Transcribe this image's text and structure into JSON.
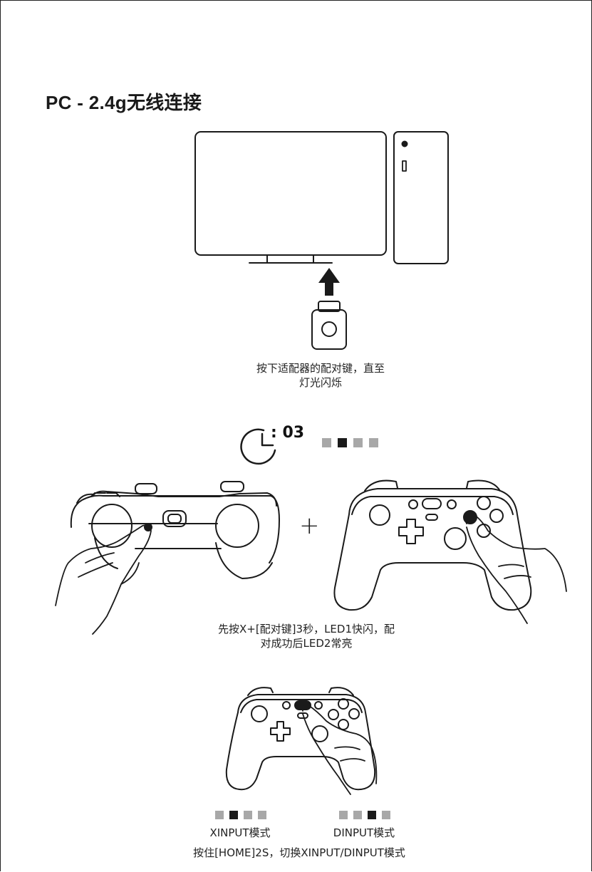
{
  "title": "PC - 2.4g无线连接",
  "step1": {
    "caption_line1": "按下适配器的配对键，直至",
    "caption_line2": "灯光闪烁"
  },
  "step2": {
    "timer_value": ": 03",
    "leds": [
      "off",
      "on",
      "off",
      "off"
    ],
    "plus": "+",
    "caption_line1": "先按X+[配对键]3秒，LED1快闪，配",
    "caption_line2": "对成功后LED2常亮"
  },
  "step3": {
    "xinput_label": "XINPUT模式",
    "xinput_leds": [
      "off",
      "on",
      "off",
      "off"
    ],
    "dinput_label": "DINPUT模式",
    "dinput_leds": [
      "off",
      "off",
      "on",
      "off"
    ],
    "caption": "按住[HOME]2S，切换XINPUT/DINPUT模式"
  },
  "colors": {
    "led_on": "#1a1a1a",
    "led_off": "#a8a8a8",
    "line": "#1a1a1a"
  },
  "icons": [
    "monitor-icon",
    "pc-tower-icon",
    "arrow-up-icon",
    "usb-dongle-icon",
    "clock-icon",
    "controller-back-icon",
    "controller-front-icon",
    "hand-icon"
  ]
}
